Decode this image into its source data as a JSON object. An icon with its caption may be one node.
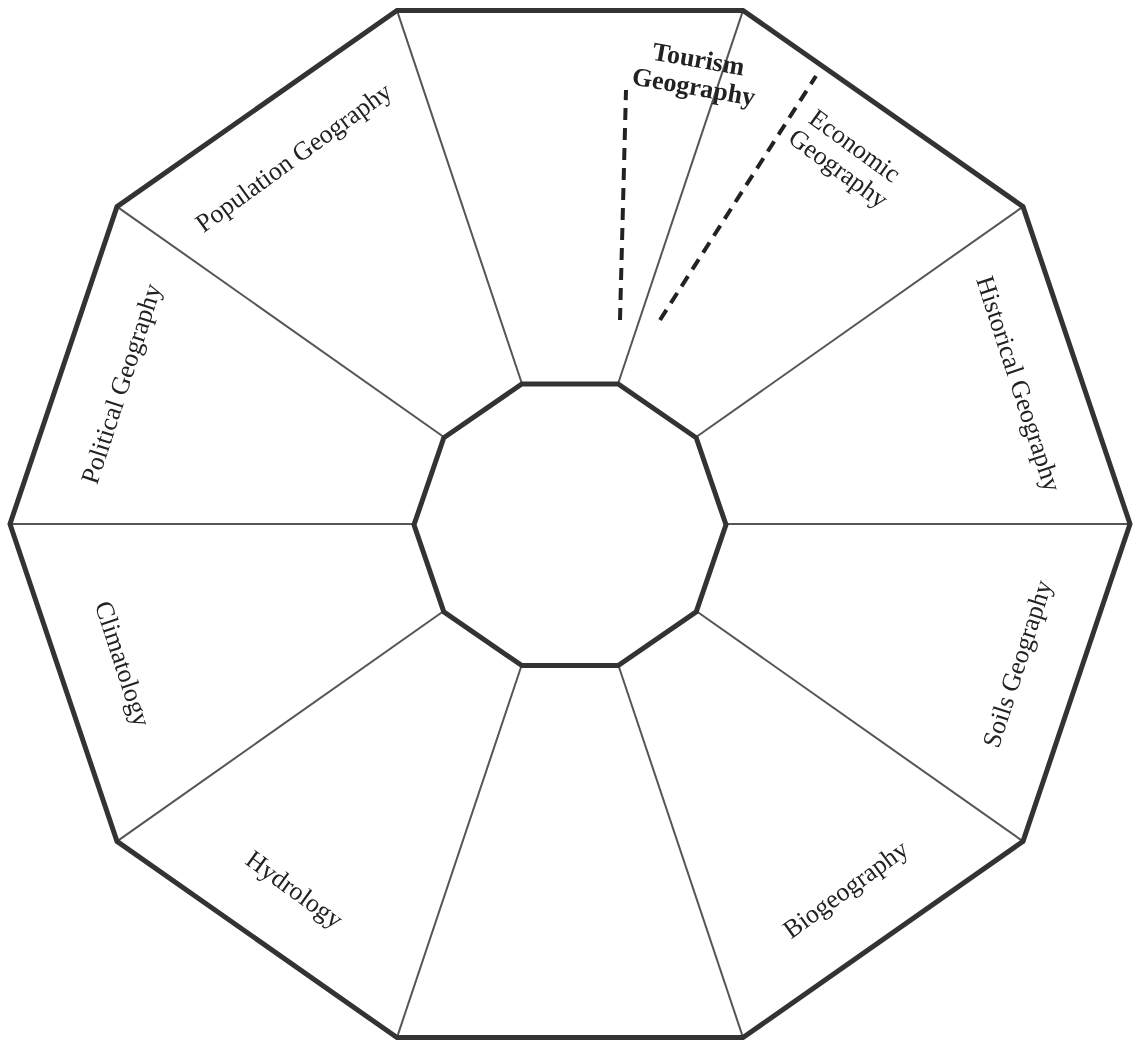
{
  "diagram": {
    "nodes": [
      {
        "text": [],
        "shape": "decagon"
      },
      {
        "text": [],
        "shape": "decagon",
        "in": 0
      },
      {
        "text": [
          "Tourism Geography"
        ],
        "in": 0
      },
      {
        "text": [
          "Population Geography"
        ],
        "in": 0
      },
      {
        "text": [
          "Economic Geography"
        ],
        "in": 0
      },
      {
        "text": [
          "Political Geography"
        ],
        "in": 0
      },
      {
        "text": [
          "Historical Geography"
        ],
        "in": 0
      },
      {
        "text": [
          "Climatology"
        ],
        "in": 0
      },
      {
        "text": [
          "Soils Geography"
        ],
        "in": 0
      },
      {
        "text": [
          "Hydrology"
        ],
        "in": 0
      },
      {
        "text": [
          "Biogeography"
        ],
        "in": 0
      }
    ],
    "edges": []
  }
}
